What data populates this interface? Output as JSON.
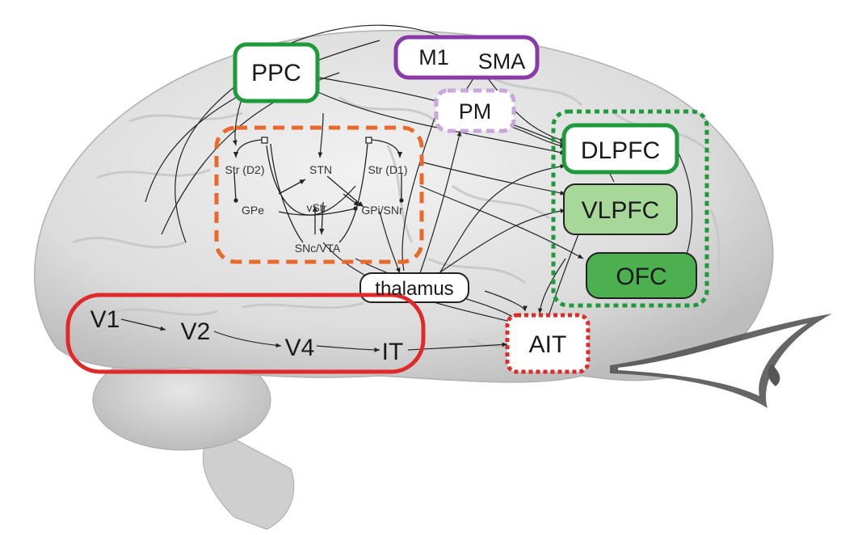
{
  "regions": {
    "ppc": "PPC",
    "m1": "M1",
    "sma": "SMA",
    "pm": "PM",
    "dlpfc": "DLPFC",
    "vlpfc": "VLPFC",
    "ofc": "OFC",
    "thalamus": "thalamus",
    "v1": "V1",
    "v2": "V2",
    "v4": "V4",
    "it": "IT",
    "ait": "AIT"
  },
  "basal_ganglia": {
    "str_d2": "Str (D2)",
    "stn": "STN",
    "str_d1": "Str (D1)",
    "gpe": "GPe",
    "vstr": "vStr",
    "gpi_snr": "GPi/SNr",
    "snc_vta": "SNc/VTA"
  },
  "colors": {
    "green_outline": "#1f9a3a",
    "purple_outline": "#8a3aa8",
    "lilac_dashed": "#c9a6dc",
    "orange_dashed": "#e8692a",
    "red_outline": "#e02a2a",
    "red_dotted": "#e02a2a",
    "vlpfc_fill": "#a8d79a",
    "ofc_fill": "#4caf50",
    "brain": "#d9d9d9",
    "arrows": "#222222"
  }
}
